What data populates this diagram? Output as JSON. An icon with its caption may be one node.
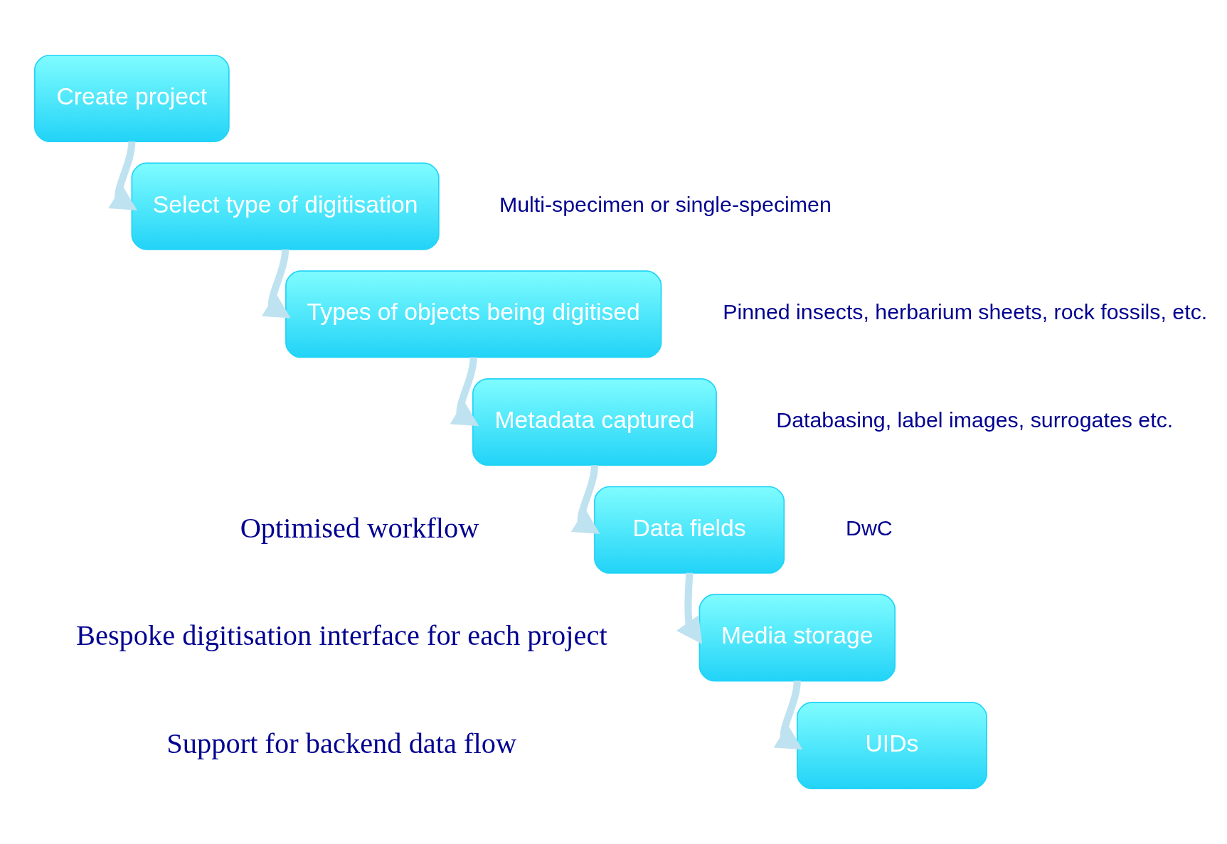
{
  "diagram": {
    "nodes": [
      {
        "text": [
          "Create project"
        ]
      },
      {
        "text": [
          "Select type of digitisation"
        ],
        "beside": [
          "Multi-specimen or single-specimen"
        ]
      },
      {
        "text": [
          "Types of objects being digitised"
        ],
        "beside": [
          "Pinned insects, herbarium sheets, rock fossils, etc."
        ]
      },
      {
        "text": [
          "Metadata captured"
        ],
        "beside": [
          "Databasing, label images, surrogates etc."
        ]
      },
      {
        "text": [
          "Data fields"
        ],
        "beside": [
          "DwC"
        ]
      },
      {
        "text": [
          "Media storage"
        ]
      },
      {
        "text": [
          "UIDs"
        ]
      }
    ],
    "edges": [
      {
        "from": 0,
        "to": 1,
        "arrow": "to"
      },
      {
        "from": 1,
        "to": 2,
        "arrow": "to"
      },
      {
        "from": 2,
        "to": 3,
        "arrow": "to"
      },
      {
        "from": 3,
        "to": 4,
        "arrow": "to"
      },
      {
        "from": 4,
        "to": 5,
        "arrow": "to"
      },
      {
        "from": 5,
        "to": 6,
        "arrow": "to"
      }
    ],
    "labels": [
      "Optimised workflow",
      "Bespoke digitisation interface for each project",
      "Support for backend data flow"
    ]
  }
}
